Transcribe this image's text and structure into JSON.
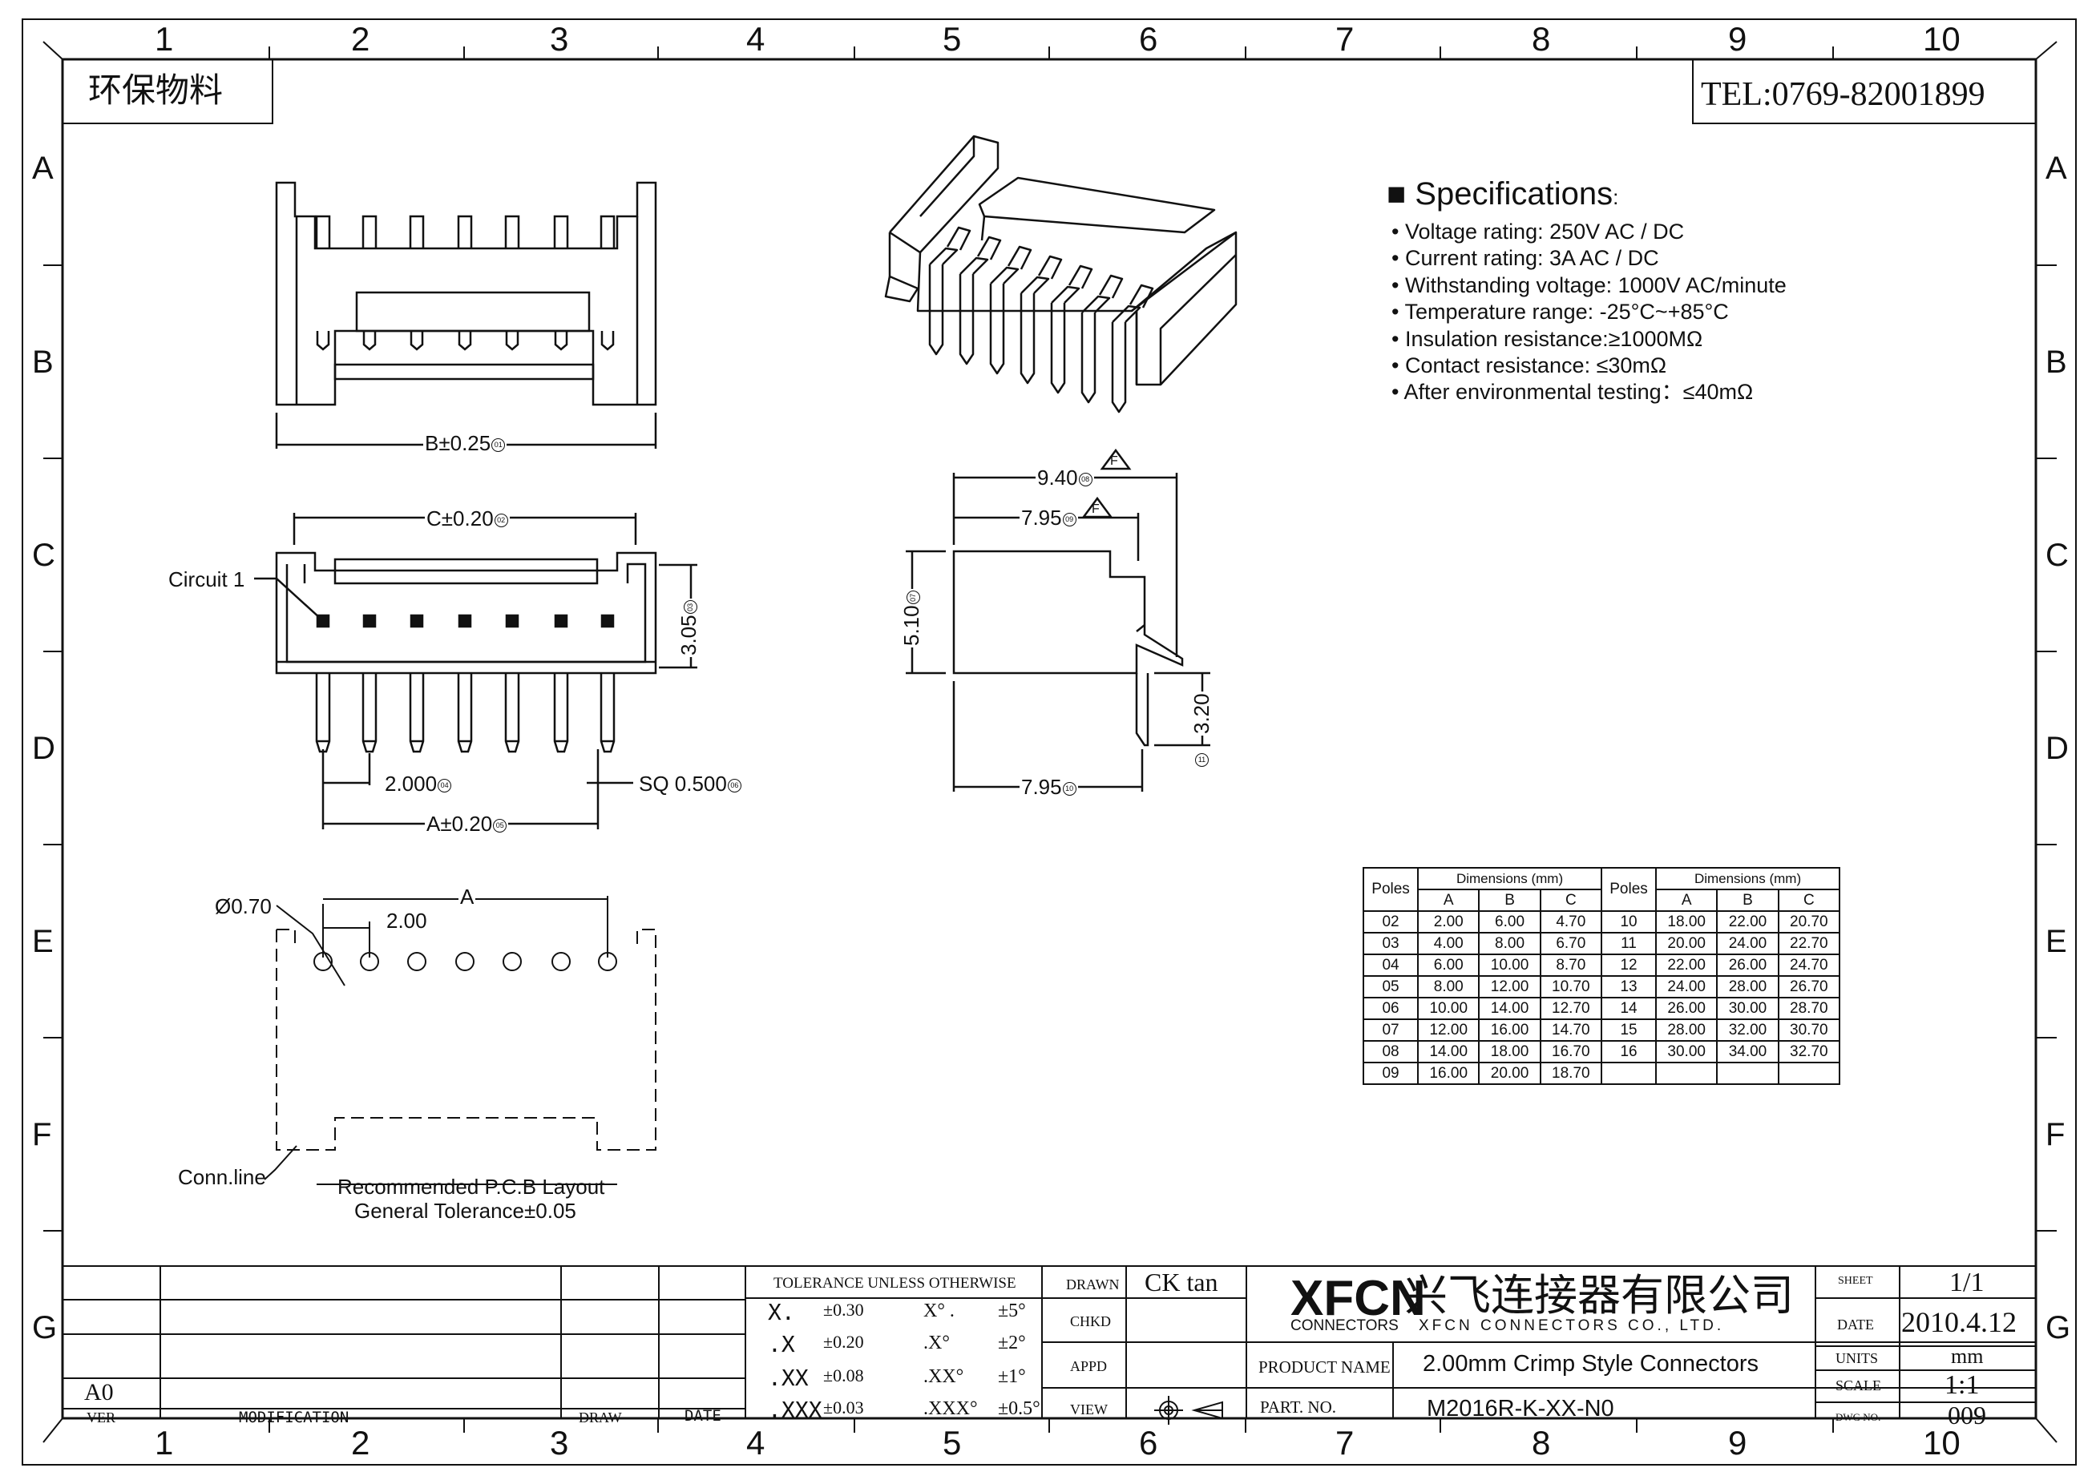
{
  "sheet": {
    "columns": [
      "1",
      "2",
      "3",
      "4",
      "5",
      "6",
      "7",
      "8",
      "9",
      "10"
    ],
    "rows": [
      "A",
      "B",
      "C",
      "D",
      "E",
      "F",
      "G"
    ]
  },
  "header": {
    "eco_label": "环保物料",
    "tel": "TEL:0769-82001899"
  },
  "specs": {
    "title": "Specifications",
    "title_suffix": ":",
    "items": [
      "Voltage rating: 250V AC / DC",
      "Current rating: 3A  AC / DC",
      "Withstanding voltage: 1000V AC/minute",
      "Temperature range: -25°C~+85°C",
      "Insulation resistance:≥1000MΩ",
      "Contact resistance: ≤30mΩ",
      "After environmental testing：≤40mΩ"
    ]
  },
  "dimensions": {
    "b": "B±0.25",
    "b_num": "01",
    "c": "C±0.20",
    "c_num": "02",
    "h305": "3.05",
    "h305_num": "03",
    "pitch": "2.000",
    "pitch_num": "04",
    "sq": "SQ 0.500",
    "sq_num": "06",
    "a": "A±0.20",
    "a_num": "05",
    "circuit1": "Circuit 1",
    "d940": "9.40",
    "d940_num": "08",
    "d795a": "7.95",
    "d795a_num": "09",
    "d795b": "7.95",
    "d795b_num": "10",
    "h510": "5.10",
    "h510_num": "07",
    "h320": "3.20",
    "h320_num": "11",
    "rev_mark": "F",
    "pcb_hole": "Ø0.70",
    "pcb_pitch": "2.00",
    "pcb_a": "A",
    "conn_line": "Conn.line",
    "pcb_title": "Recommended P.C.B Layout",
    "pcb_tol": "General Tolerance±0.05"
  },
  "table": {
    "poles_label": "Poles",
    "group_label": "Dimensions (mm)",
    "cols": [
      "A",
      "B",
      "C"
    ],
    "left": [
      [
        "02",
        "2.00",
        "6.00",
        "4.70"
      ],
      [
        "03",
        "4.00",
        "8.00",
        "6.70"
      ],
      [
        "04",
        "6.00",
        "10.00",
        "8.70"
      ],
      [
        "05",
        "8.00",
        "12.00",
        "10.70"
      ],
      [
        "06",
        "10.00",
        "14.00",
        "12.70"
      ],
      [
        "07",
        "12.00",
        "16.00",
        "14.70"
      ],
      [
        "08",
        "14.00",
        "18.00",
        "16.70"
      ],
      [
        "09",
        "16.00",
        "20.00",
        "18.70"
      ]
    ],
    "right": [
      [
        "10",
        "18.00",
        "22.00",
        "20.70"
      ],
      [
        "11",
        "20.00",
        "24.00",
        "22.70"
      ],
      [
        "12",
        "22.00",
        "26.00",
        "24.70"
      ],
      [
        "13",
        "24.00",
        "28.00",
        "26.70"
      ],
      [
        "14",
        "26.00",
        "30.00",
        "28.70"
      ],
      [
        "15",
        "28.00",
        "32.00",
        "30.70"
      ],
      [
        "16",
        "30.00",
        "34.00",
        "32.70"
      ],
      [
        "",
        "",
        "",
        ""
      ]
    ]
  },
  "title_block": {
    "rev_value": "A0",
    "ver": "VER",
    "modification": "MODIFICATION",
    "draw": "DRAW",
    "date": "DATE",
    "tolerance_title": "TOLERANCE UNLESS OTHERWISE",
    "tol_rows": [
      [
        "X.",
        "±0.30",
        "X° .",
        "±5°"
      ],
      [
        ".X",
        "±0.20",
        ".X°",
        "±2°"
      ],
      [
        ".XX",
        "±0.08",
        ".XX°",
        "±1°"
      ],
      [
        ".XXX",
        "±0.03",
        ".XXX°",
        "±0.5°"
      ]
    ],
    "drawn_label": "DRAWN",
    "drawn_by": "CK tan",
    "chkd_label": "CHKD",
    "appd_label": "APPD",
    "view_label": "VIEW",
    "company_logo": "XFCN",
    "company_cn": "兴飞连接器有限公司",
    "company_line2a": "CONNECTORS",
    "company_line2b": "XFCN CONNECTORS CO., LTD.",
    "product_name_label": "PRODUCT NAME",
    "product_name": "2.00mm Crimp Style Connectors",
    "part_no_label": "PART. NO.",
    "part_no": "M2016R-K-XX-N0",
    "sheet_label": "SHEET",
    "sheet_value": "1/1",
    "date_label": "DATE",
    "date_value": "2010.4.12",
    "units_label": "UNITS",
    "units_value": "mm",
    "scale_label": "SCALE",
    "scale_value": "1:1",
    "dwg_label": "DWG NO.",
    "dwg_value": "009"
  }
}
